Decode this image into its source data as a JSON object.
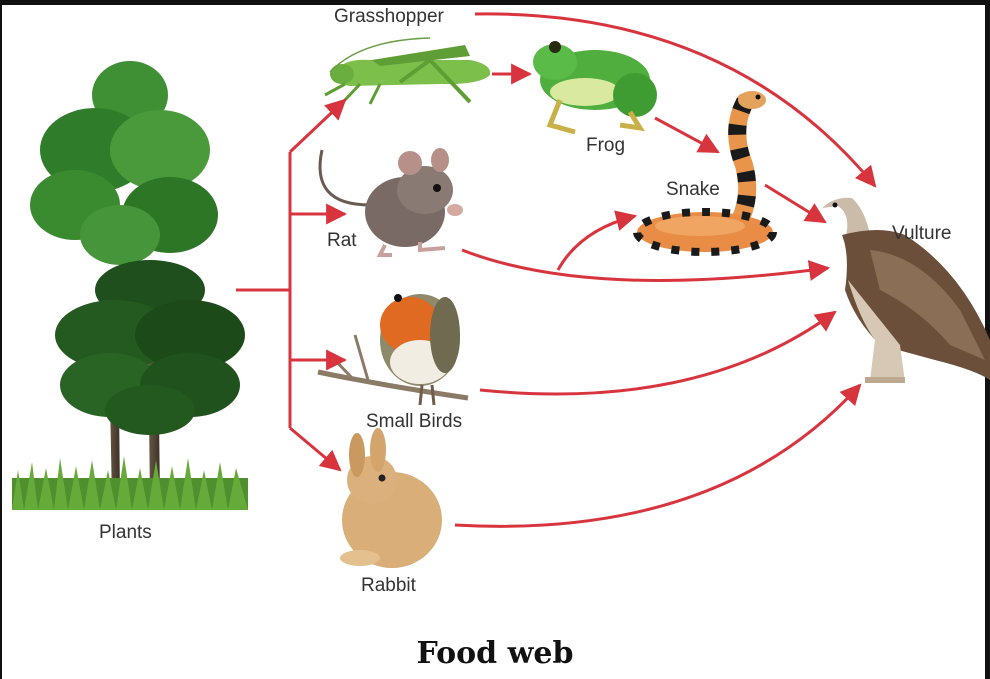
{
  "title": "Food web",
  "organisms": {
    "plants": "Plants",
    "grasshopper": "Grasshopper",
    "frog": "Frog",
    "rat": "Rat",
    "snake": "Snake",
    "vulture": "Vulture",
    "small_birds": "Small Birds",
    "rabbit": "Rabbit"
  },
  "links": [
    {
      "from": "Plants",
      "to": "Grasshopper"
    },
    {
      "from": "Plants",
      "to": "Rat"
    },
    {
      "from": "Plants",
      "to": "Small Birds"
    },
    {
      "from": "Plants",
      "to": "Rabbit"
    },
    {
      "from": "Grasshopper",
      "to": "Frog"
    },
    {
      "from": "Grasshopper",
      "to": "Vulture"
    },
    {
      "from": "Frog",
      "to": "Snake"
    },
    {
      "from": "Rat",
      "to": "Snake"
    },
    {
      "from": "Rat",
      "to": "Vulture"
    },
    {
      "from": "Snake",
      "to": "Vulture"
    },
    {
      "from": "Small Birds",
      "to": "Vulture"
    },
    {
      "from": "Rabbit",
      "to": "Vulture"
    }
  ],
  "colors": {
    "arrow": "#d8343e",
    "frame": "#111111"
  }
}
